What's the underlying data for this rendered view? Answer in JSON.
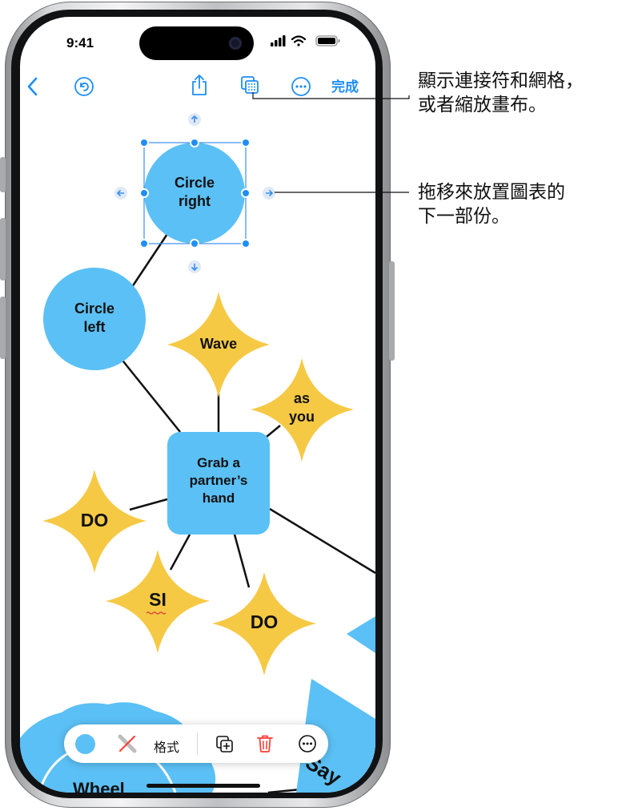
{
  "status_bar": {
    "time": "9:41"
  },
  "nav": {
    "back": "back-icon",
    "undo": "undo-icon",
    "share": "share-icon",
    "connectors_grid": "connectors-grid-icon",
    "more": "more-icon",
    "done_label": "完成"
  },
  "diagram": {
    "nodes": [
      {
        "id": "circle_right",
        "shape": "circle",
        "label": [
          "Circle",
          "right"
        ],
        "selected": true
      },
      {
        "id": "circle_left",
        "shape": "circle",
        "label": [
          "Circle",
          "left"
        ]
      },
      {
        "id": "wave",
        "shape": "star",
        "label": [
          "Wave"
        ]
      },
      {
        "id": "as_you",
        "shape": "star",
        "label": [
          "as",
          "you"
        ]
      },
      {
        "id": "grab",
        "shape": "rounded-square",
        "label": [
          "Grab a",
          "partner’s",
          "hand"
        ]
      },
      {
        "id": "do_left",
        "shape": "star",
        "label": [
          "DO"
        ]
      },
      {
        "id": "si",
        "shape": "star",
        "label": [
          "SI"
        ]
      },
      {
        "id": "do_bottom",
        "shape": "star",
        "label": [
          "DO"
        ]
      }
    ],
    "partial_labels": {
      "wheel": "Wheel",
      "say": "Say"
    }
  },
  "format_bar": {
    "fill_color": "#5bc0f5",
    "stroke_icon": "no-stroke-icon",
    "format_label": "格式",
    "duplicate": "duplicate-icon",
    "delete": "trash-icon",
    "more": "more-icon"
  },
  "callouts": {
    "top": [
      "顯示連接符和網格，",
      "或者縮放畫布。"
    ],
    "middle": [
      "拖移來放置圖表的",
      "下一部份。"
    ]
  },
  "colors": {
    "accent": "#1e8ef6",
    "shape_blue": "#5bc0f5",
    "shape_yellow": "#f6c945",
    "selection": "#3a8ff0",
    "delete_red": "#ff3b30"
  }
}
